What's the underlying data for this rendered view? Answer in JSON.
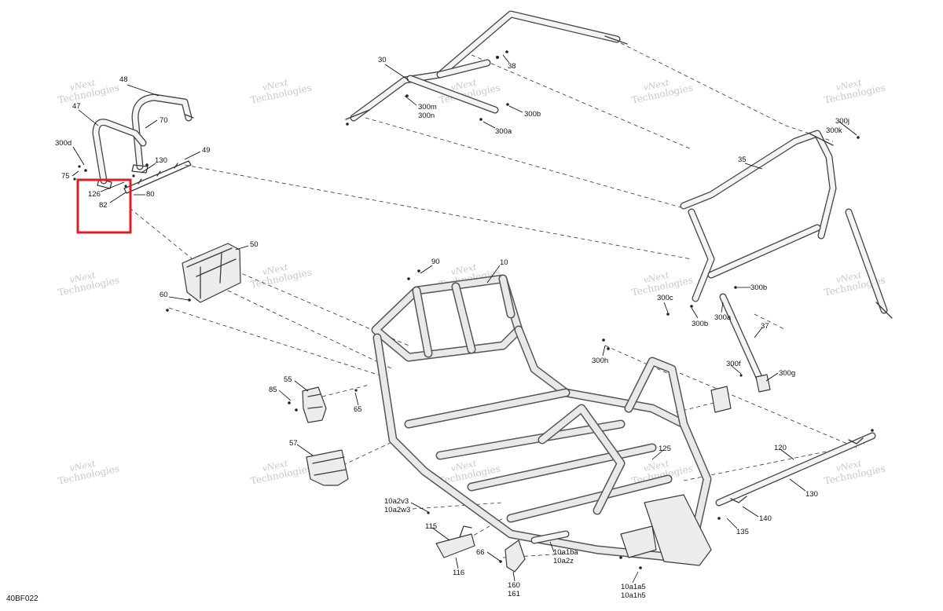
{
  "diagram_code": "40BF022",
  "watermark": {
    "line1": "vNext",
    "line2": "Technologies",
    "positions": []
  },
  "callouts": {
    "c48": "48",
    "c47": "47",
    "c70": "70",
    "c300d": "300d",
    "c130a": "130",
    "c49": "49",
    "c75": "75",
    "c126": "126",
    "c82": "82",
    "c80": "80",
    "c30": "30",
    "c38": "38",
    "c300m": "300m",
    "c300n": "300n",
    "c300b_top": "300b",
    "c300a_top": "300a",
    "c300j": "300j",
    "c300k": "300k",
    "c35": "35",
    "c50": "50",
    "c60": "60",
    "c90": "90",
    "c10": "10",
    "c300b_mid": "300b",
    "c300c": "300c",
    "c300b_low": "300b",
    "c300a_mid": "300a",
    "c37": "37",
    "c300h": "300h",
    "c300f": "300f",
    "c300g": "300g",
    "c55": "55",
    "c85": "85",
    "c65": "65",
    "c57": "57",
    "c10a2v3": "10a2v3",
    "c10a2w3": "10a2w3",
    "c125": "125",
    "c120": "120",
    "c130b": "130",
    "c140": "140",
    "c135": "135",
    "c115": "115",
    "c116": "116",
    "c66": "66",
    "c160": "160",
    "c161": "161",
    "c10a1ba": "10a1ba",
    "c10a2z": "10a2z",
    "c10a1a5": "10a1a5",
    "c10a1h5": "10a1h5"
  },
  "colors": {
    "highlight": "#d9202a",
    "line": "#3a3a3a",
    "watermark": "#c8c8c8"
  }
}
